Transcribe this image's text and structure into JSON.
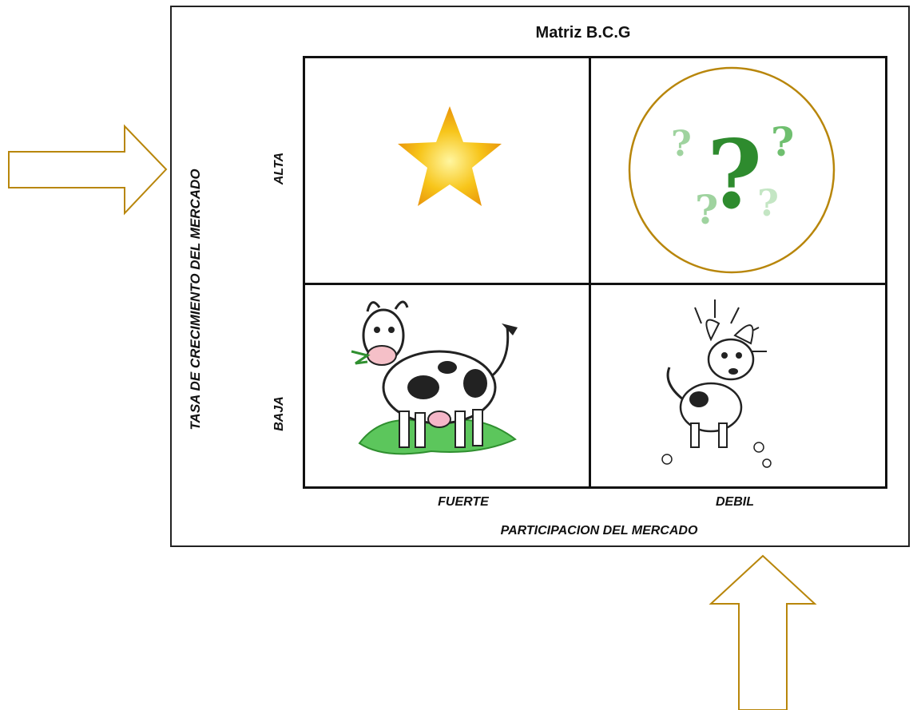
{
  "title": "Matriz B.C.G",
  "y_axis": {
    "label": "TASA DE CRECIMIENTO DEL MERCADO",
    "high": "ALTA",
    "low": "BAJA"
  },
  "x_axis": {
    "label": "PARTICIPACION DEL MERCADO",
    "left": "FUERTE",
    "right": "DEBIL"
  },
  "quadrants": {
    "top_left": "star-icon",
    "top_right": "question-marks-icon",
    "bottom_left": "cow-icon",
    "bottom_right": "dog-icon"
  },
  "colors": {
    "arrow": "#b8860b",
    "highlight_circle": "#b8860b",
    "star": "#f5b80d",
    "question": "#2e8b2e",
    "grid": "#111111"
  }
}
